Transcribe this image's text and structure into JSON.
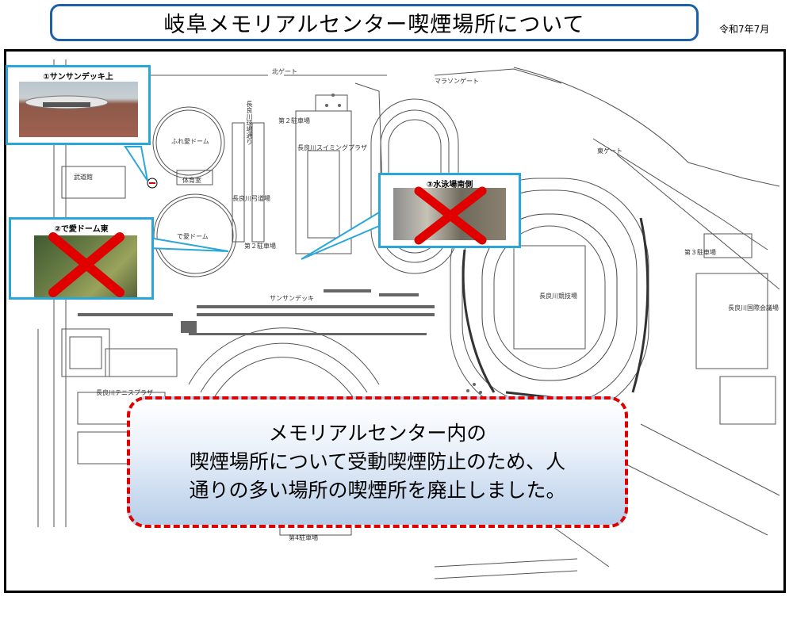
{
  "header": {
    "title": "岐阜メモリアルセンター喫煙場所について",
    "date": "令和7年7月"
  },
  "map": {
    "labels": {
      "north_gate": "北ゲート",
      "marathon_gate": "マラソンゲート",
      "east_gate": "東ゲート",
      "parking_2_top": "第２駐車場",
      "swimming_plaza": "長良川スイミングプラザ",
      "fureai_dome": "ふれ愛ドーム",
      "budokan": "武道館",
      "gym": "体育室",
      "archery": "長良川弓道場",
      "de_ai_dome": "で愛ドーム",
      "parking_2_mid": "第２駐車場",
      "sunsun_deck": "サンサンデッキ",
      "stadium": "長良川競技場",
      "parking_3": "第３駐車場",
      "intl_hall": "長良川国際会議場",
      "tennis_plaza": "長良川テニスプラザ",
      "parking_4": "第4駐車場",
      "vertical_road": "長良川球場通り"
    }
  },
  "callouts": [
    {
      "label": "①サンサンデッキ上",
      "status": "available"
    },
    {
      "label": "②で愛ドーム東",
      "status": "abolished"
    },
    {
      "label": "③水泳場南側",
      "status": "abolished"
    }
  ],
  "colors": {
    "title_border": "#1e5fa8",
    "callout_border": "#2aa7d8",
    "cross": "#e00000",
    "notice_border": "#e00000"
  },
  "notice": {
    "line1": "メモリアルセンター内の",
    "line2": "喫煙場所について受動喫煙防止のため、人",
    "line3": "通りの多い場所の喫煙所を廃止しました。"
  }
}
